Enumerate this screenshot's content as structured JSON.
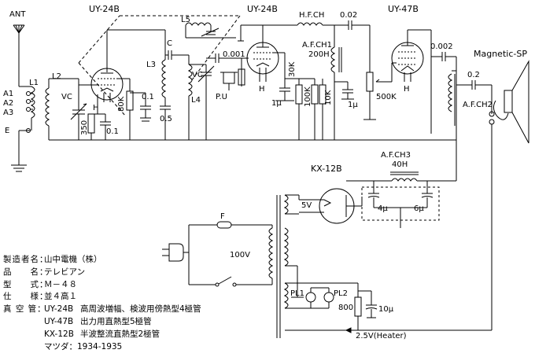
{
  "labels": {
    "ant": "ANT",
    "a1": "A1",
    "a2": "A2",
    "a3": "A3",
    "e": "E",
    "l1": "L1",
    "l2": "L2",
    "vc1": "VC",
    "r350": "350",
    "c01a": "0.1",
    "tube1": "UY-24B",
    "h1": "H",
    "r80k": "80K",
    "c01b": "0.1",
    "c05": "0.5",
    "l3": "L3",
    "c_c": "C",
    "l5": "L5",
    "vc2": "VC",
    "l4": "L4",
    "pu": "P.U",
    "c0001": "0.001",
    "tube2": "UY-24B",
    "h2": "H",
    "hfch": "H.F.CH",
    "c002a": "0.02",
    "afch1": "A.F.CH1",
    "afch1_v": "200H",
    "r30k": "30K",
    "c1u_a": "1μ",
    "r100k_a": "100K",
    "r100k_b": "10K",
    "c1u_b": "1μ",
    "tube3": "UY-47B",
    "h3": "H",
    "r500k": "500K",
    "c0002": "0.002",
    "speaker": "Magnetic-SP",
    "c02": "0.2",
    "afch2": "A.F.CH2",
    "rect": "KX-12B",
    "afch3": "A.F.CH3",
    "afch3_v": "40H",
    "c4u": "4μ",
    "c6u": "6μ",
    "v5": "5V",
    "fuse": "F",
    "v100": "100V",
    "pl1": "PL1",
    "pl2": "PL2",
    "r800": "800",
    "c10u": "10μ",
    "heater": "2.5V(Heater)"
  },
  "spec": {
    "maker_k": "製造者名：",
    "maker_v": "山中電機（株）",
    "name_k": "品　　名：",
    "name_v": "テレビアン",
    "model_k": "型　　式：",
    "model_v": "Ｍ－４８",
    "style_k": "仕　　様：",
    "style_v": "並４高１",
    "tubes_k": "真 空 管：",
    "t1": "UY-24B",
    "t1_d": "高周波増幅、検波用傍熱型4極管",
    "t2": "UY-47B",
    "t2_d": "出力用直熱型5極管",
    "t3": "KX-12B",
    "t3_d": "半波整流直熱型2極管",
    "year": "マツダ：1934-1935"
  }
}
